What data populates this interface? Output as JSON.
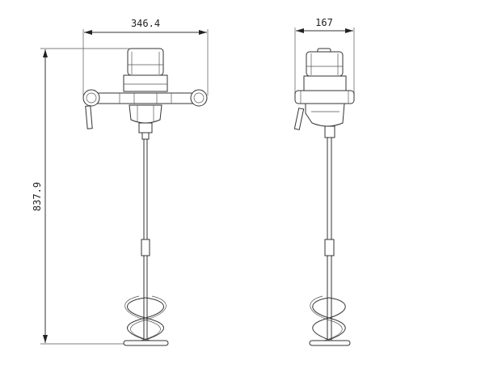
{
  "drawing": {
    "front_view": {
      "width_dimension": "346.4",
      "height_dimension": "837.9"
    },
    "side_view": {
      "width_dimension": "167"
    },
    "line_color": "#333333",
    "background": "#ffffff"
  }
}
